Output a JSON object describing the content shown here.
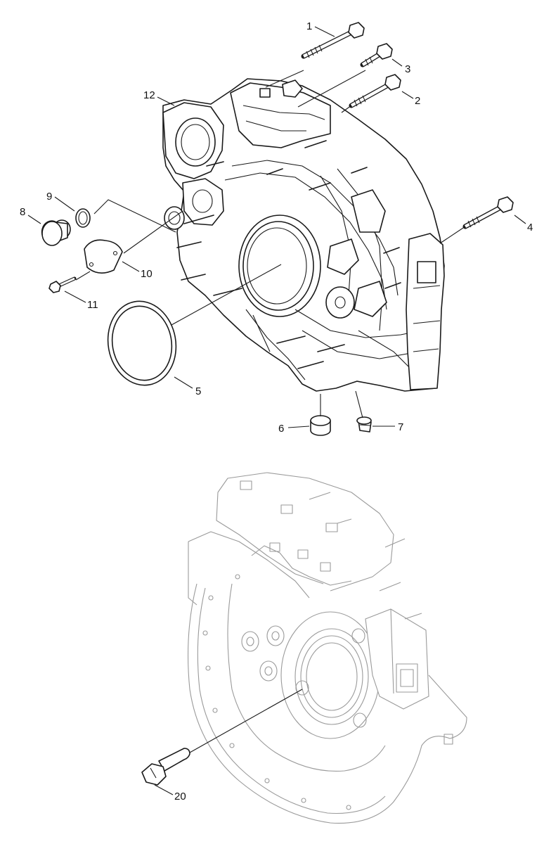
{
  "callouts": {
    "c1": "1",
    "c2": "2",
    "c3": "3",
    "c4": "4",
    "c5": "5",
    "c6": "6",
    "c7": "7",
    "c8": "8",
    "c9": "9",
    "c10": "10",
    "c11": "11",
    "c12": "12",
    "c20": "20"
  }
}
